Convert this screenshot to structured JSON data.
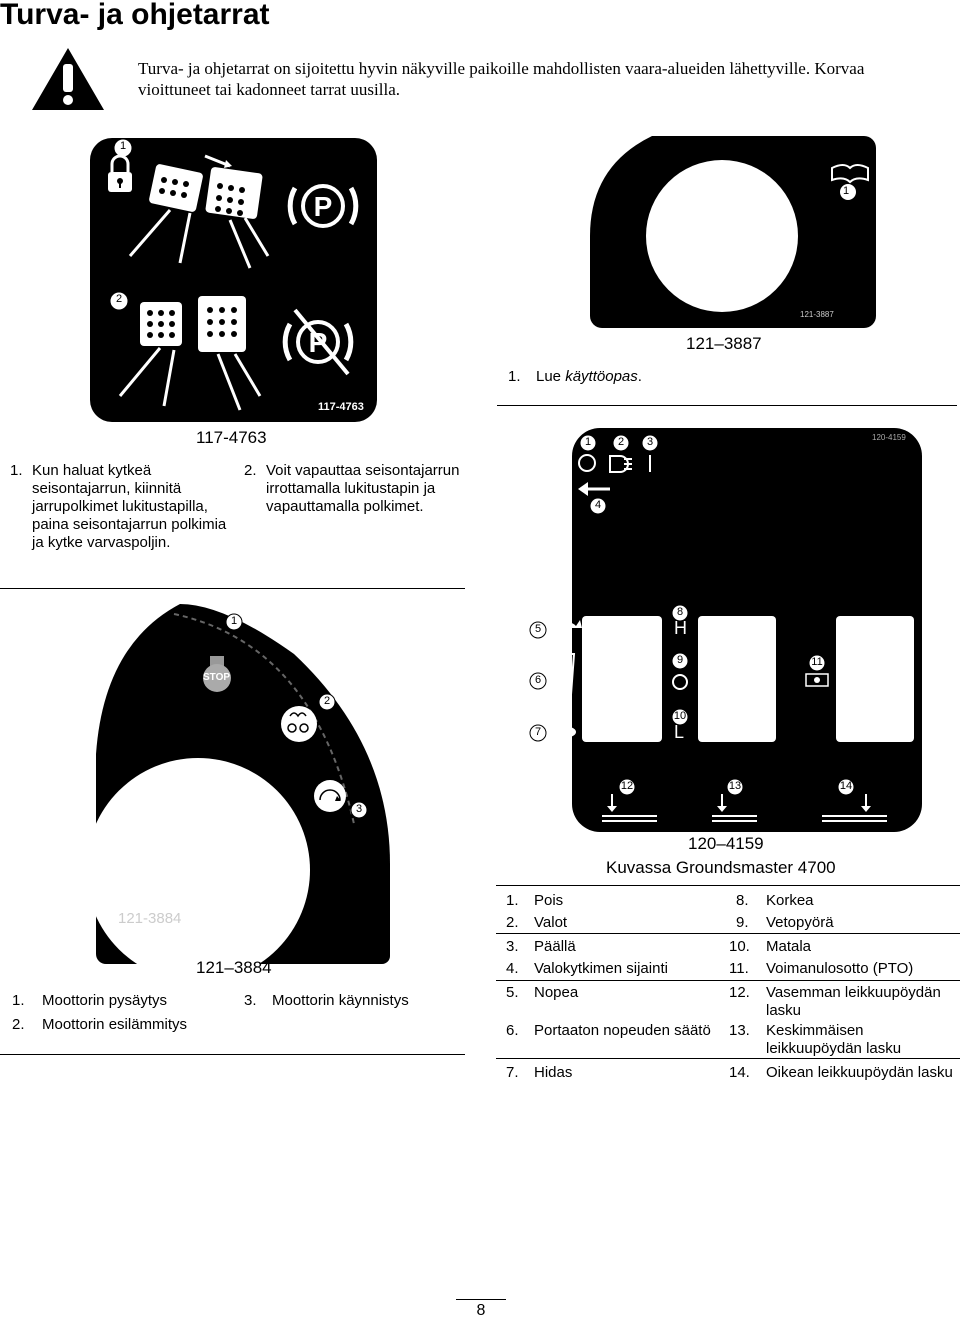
{
  "page": {
    "title": "Turva- ja ohjetarrat",
    "intro": "Turva- ja ohjetarrat on sijoitettu hyvin näkyville paikoille mahdollisten vaara-alueiden lähettyville. Korvaa vioittuneet tai kadonneet tarrat uusilla.",
    "page_number": "8"
  },
  "icons": {
    "warning": "warning-triangle-icon",
    "book": "book-icon",
    "parking_brake": "parking-brake-icon",
    "stop": "stop-icon"
  },
  "decal_117_4763": {
    "part_no": "117-4763",
    "caption": "117-4763",
    "callouts": [
      "1",
      "2"
    ],
    "items": [
      {
        "n": "1.",
        "text": "Kun haluat kytkeä seisontajarrun, kiinnitä jarrupolkimet lukitustapilla, paina seisontajarrun polkimia ja kytke varvaspoljin."
      },
      {
        "n": "2.",
        "text": "Voit vapauttaa seisontajarrun irrottamalla lukitustapin ja vapauttamalla polkimet."
      }
    ]
  },
  "decal_121_3887": {
    "part_no": "121-3887",
    "caption": "121–3887",
    "callout": "1",
    "items": [
      {
        "n": "1.",
        "text": "Lue ",
        "emph": "käyttöopas",
        "after": "."
      }
    ]
  },
  "decal_121_3884": {
    "part_no": "121-3884",
    "caption": "121–3884",
    "callouts": [
      "1",
      "2",
      "3"
    ],
    "stop_label": "STOP",
    "items": [
      {
        "n": "1.",
        "text": "Moottorin pysäytys"
      },
      {
        "n": "2.",
        "text": "Moottorin esilämmitys"
      },
      {
        "n": "3.",
        "text": "Moottorin käynnistys"
      }
    ]
  },
  "decal_120_4159": {
    "part_no": "120-4159",
    "caption": "120–4159",
    "subcaption": "Kuvassa Groundsmaster 4700",
    "callouts": [
      "1",
      "2",
      "3",
      "4",
      "5",
      "6",
      "7",
      "8",
      "9",
      "10",
      "11",
      "12",
      "13",
      "14"
    ],
    "letter_high": "H",
    "letter_low": "L",
    "legend_left": [
      {
        "n": "1.",
        "text": "Pois"
      },
      {
        "n": "2.",
        "text": "Valot"
      },
      {
        "n": "3.",
        "text": "Päällä"
      },
      {
        "n": "4.",
        "text": "Valokytkimen sijainti"
      },
      {
        "n": "5.",
        "text": "Nopea"
      },
      {
        "n": "6.",
        "text": "Portaaton nopeuden säätö"
      },
      {
        "n": "7.",
        "text": "Hidas"
      }
    ],
    "legend_right": [
      {
        "n": "8.",
        "text": "Korkea"
      },
      {
        "n": "9.",
        "text": "Vetopyörä"
      },
      {
        "n": "10.",
        "text": "Matala"
      },
      {
        "n": "11.",
        "text": "Voimanulosotto (PTO)"
      },
      {
        "n": "12.",
        "text": "Vasemman leikkuupöydän lasku"
      },
      {
        "n": "13.",
        "text": "Keskimmäisen leikkuupöydän lasku"
      },
      {
        "n": "14.",
        "text": "Oikean leikkuupöydän lasku"
      }
    ]
  }
}
